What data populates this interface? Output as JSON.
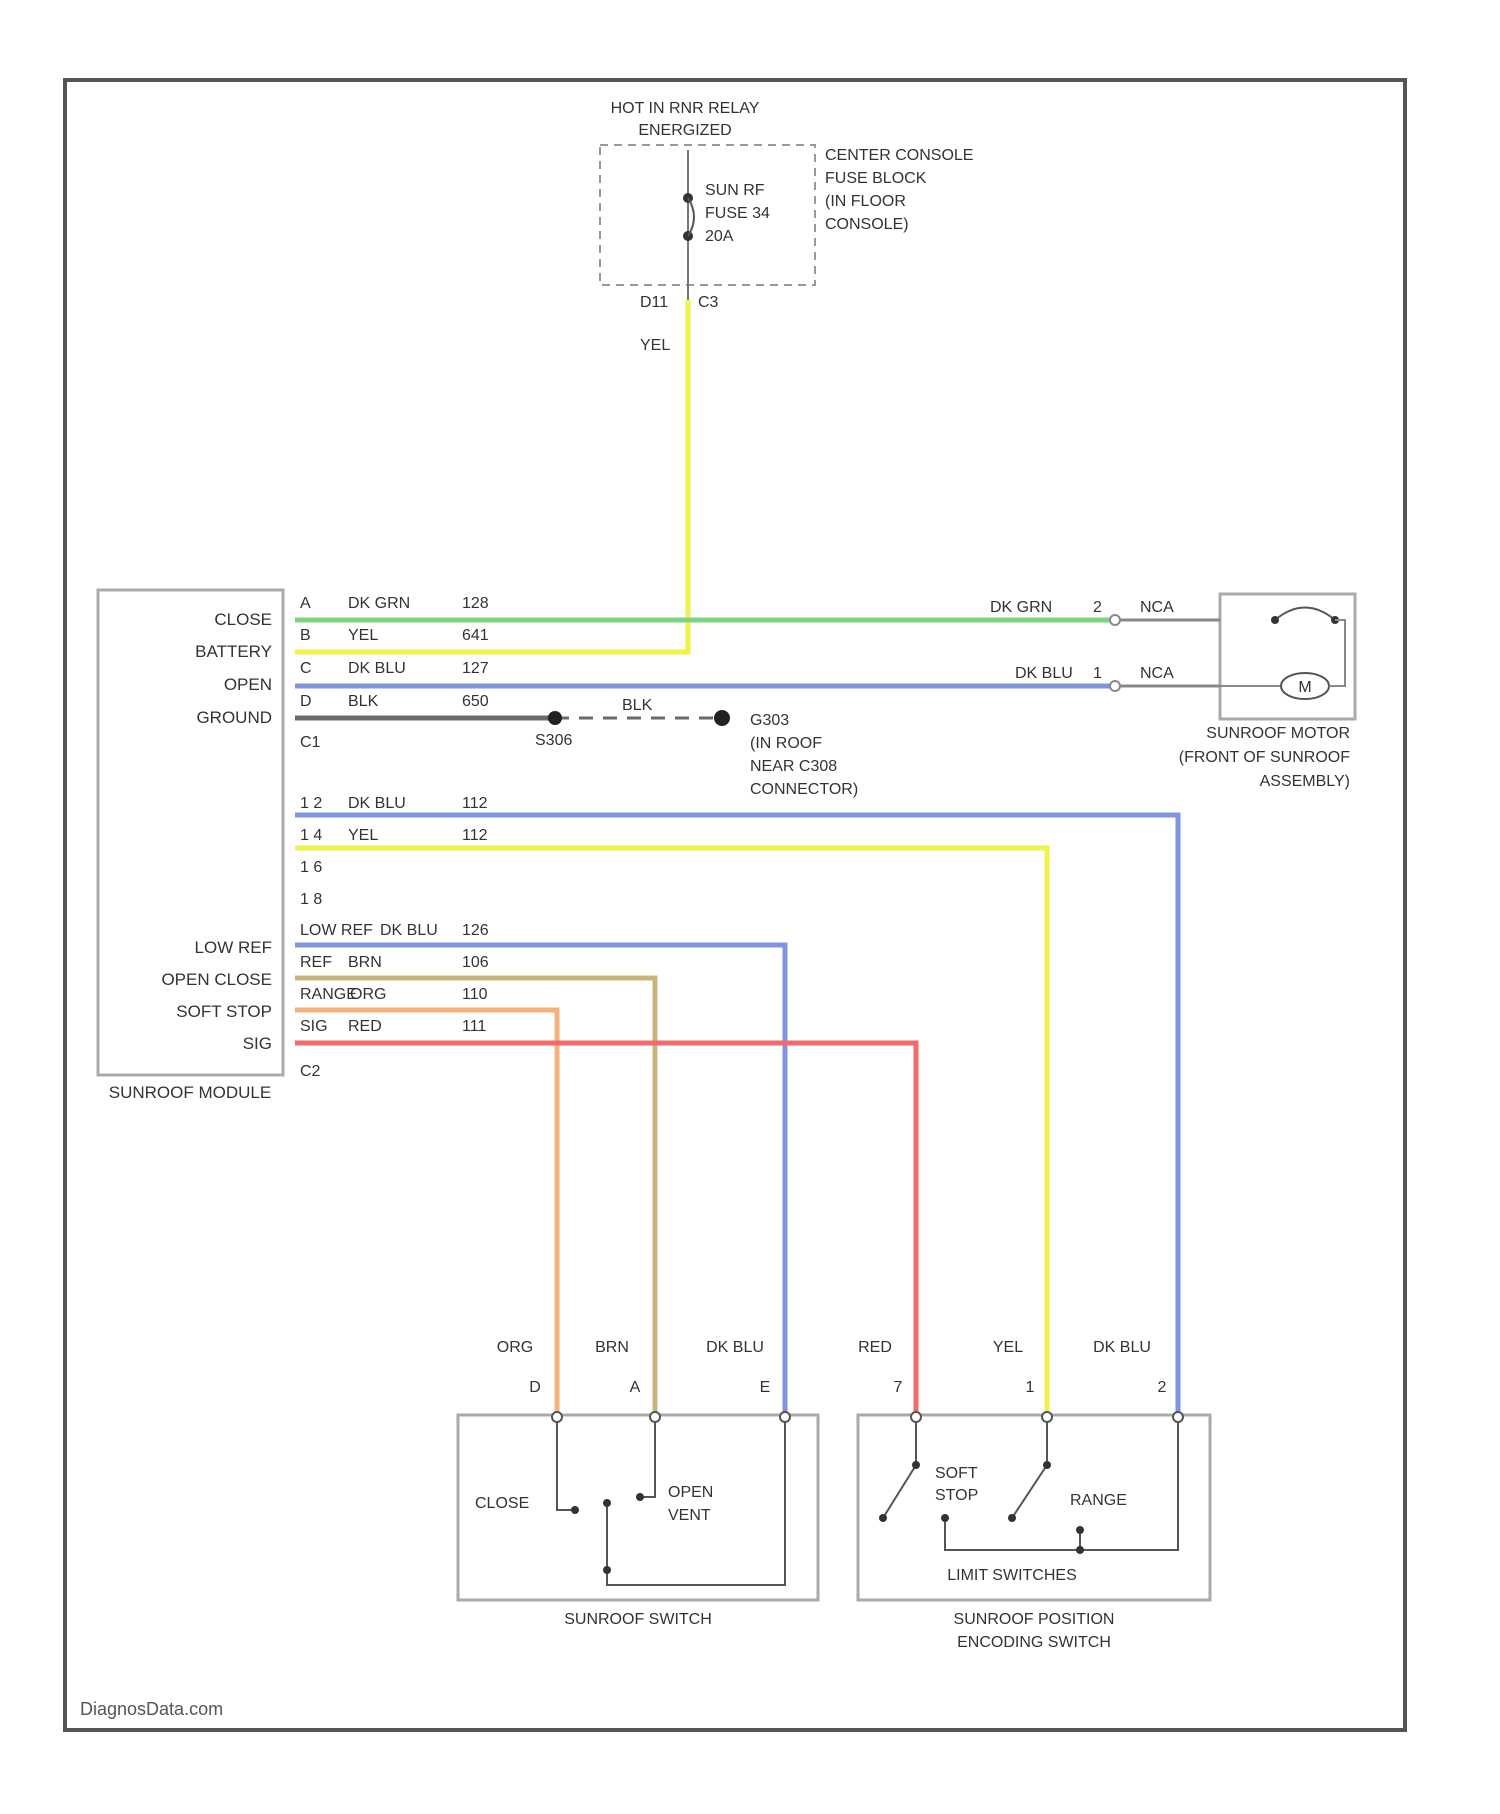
{
  "relay": {
    "line1": "HOT IN RNR RELAY",
    "line2": "ENERGIZED"
  },
  "fuse_block": {
    "line1": "CENTER CONSOLE",
    "line2": "FUSE BLOCK",
    "line3": "(IN FLOOR",
    "line4": "CONSOLE)"
  },
  "fuse": {
    "line1": "SUN RF",
    "line2": "FUSE 34",
    "line3": "20A",
    "pin": "D11",
    "conn": "C3"
  },
  "feed_wire": "YEL",
  "module": {
    "title": "SUNROOF MODULE",
    "c1": "C1",
    "c2": "C2",
    "pins": [
      {
        "label": "CLOSE",
        "pin": "A",
        "color": "DK GRN",
        "circuit": "128"
      },
      {
        "label": "BATTERY",
        "pin": "B",
        "color": "YEL",
        "circuit": "641"
      },
      {
        "label": "OPEN",
        "pin": "C",
        "color": "DK BLU",
        "circuit": "127"
      },
      {
        "label": "GROUND",
        "pin": "D",
        "color": "BLK",
        "circuit": "650"
      }
    ],
    "unlabeled_pins": [
      {
        "pin": "1 2",
        "color": "DK BLU",
        "circuit": "112"
      },
      {
        "pin": "1 4",
        "color": "YEL",
        "circuit": "112"
      },
      {
        "pin": "1 6",
        "color": "",
        "circuit": ""
      },
      {
        "pin": "1 8",
        "color": "",
        "circuit": ""
      }
    ],
    "c2_pins": [
      {
        "label": "LOW REF",
        "pin": "LOW REF",
        "color": "DK BLU",
        "circuit": "126"
      },
      {
        "label": "OPEN CLOSE",
        "pin": "REF",
        "color": "BRN",
        "circuit": "106"
      },
      {
        "label": "SOFT STOP",
        "pin": "RANGE",
        "color": "ORG",
        "circuit": "110"
      },
      {
        "label": "SIG",
        "pin": "SIG",
        "color": "RED",
        "circuit": "111"
      }
    ]
  },
  "ground": {
    "splice": "S306",
    "wire": "BLK",
    "point": "G303",
    "line1": "(IN ROOF",
    "line2": "NEAR C308",
    "line3": "CONNECTOR)"
  },
  "motor": {
    "title1": "SUNROOF MOTOR",
    "title2": "(FRONT OF SUNROOF",
    "title3": "ASSEMBLY)",
    "symbol": "M",
    "wire1": {
      "color": "DK GRN",
      "pin": "2",
      "nca": "NCA"
    },
    "wire2": {
      "color": "DK BLU",
      "pin": "1",
      "nca": "NCA"
    }
  },
  "switch": {
    "title": "SUNROOF SWITCH",
    "close": "CLOSE",
    "open1": "OPEN",
    "open2": "VENT",
    "wires": [
      {
        "color": "ORG",
        "pin": "D"
      },
      {
        "color": "BRN",
        "pin": "A"
      },
      {
        "color": "DK BLU",
        "pin": "E"
      }
    ]
  },
  "position_switch": {
    "title1": "SUNROOF POSITION",
    "title2": "ENCODING SWITCH",
    "soft1": "SOFT",
    "soft2": "STOP",
    "range": "RANGE",
    "limit": "LIMIT SWITCHES",
    "wires": [
      {
        "color": "RED",
        "pin": "7"
      },
      {
        "color": "YEL",
        "pin": "1"
      },
      {
        "color": "DK BLU",
        "pin": "2"
      }
    ]
  },
  "footer": "DiagnosData.com",
  "colors": {
    "frame": "#555555",
    "yellow": "#f2f24a",
    "green": "#7ed37e",
    "blue": "#7f95e0",
    "black": "#6a6a6a",
    "orange": "#f4b27a",
    "brown": "#c9b47a",
    "red": "#f26a6a"
  }
}
